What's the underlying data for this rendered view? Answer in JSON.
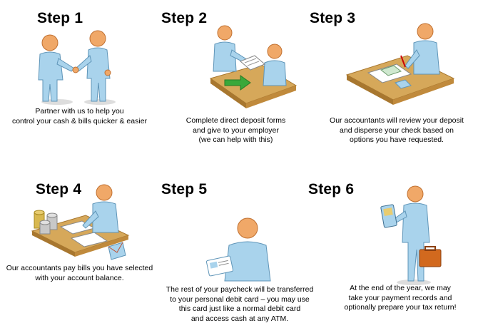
{
  "steps": [
    {
      "title": "Step 1",
      "description": "Partner with us to help you\ncontrol your cash & bills quicker & easier"
    },
    {
      "title": "Step 2",
      "description": "Complete direct deposit forms\nand give to your employer\n(we can help with this)"
    },
    {
      "title": "Step 3",
      "description": "Our accountants will review your deposit\nand disperse your check based on\noptions you have requested."
    },
    {
      "title": "Step 4",
      "description": "Our accountants pay bills you have selected\nwith your account balance."
    },
    {
      "title": "Step 5",
      "description": "The rest of your paycheck will be transferred\nto your personal debit card – you may use\nthis card just like a normal debit card\nand access cash at any ATM."
    },
    {
      "title": "Step 6",
      "description": "At the end of the year, we may\ntake your payment records and\noptionally prepare your tax return!"
    }
  ],
  "colors": {
    "skin": "#f0a868",
    "body": "#a9d3ec",
    "body_dark": "#6fa9cc",
    "desk": "#d6a85a",
    "desk_dark": "#a8772f",
    "arrow": "#3aa83a",
    "paper": "#ffffff",
    "coin": "#c8c8c8",
    "gold": "#d8b850",
    "briefcase": "#d2691e"
  }
}
